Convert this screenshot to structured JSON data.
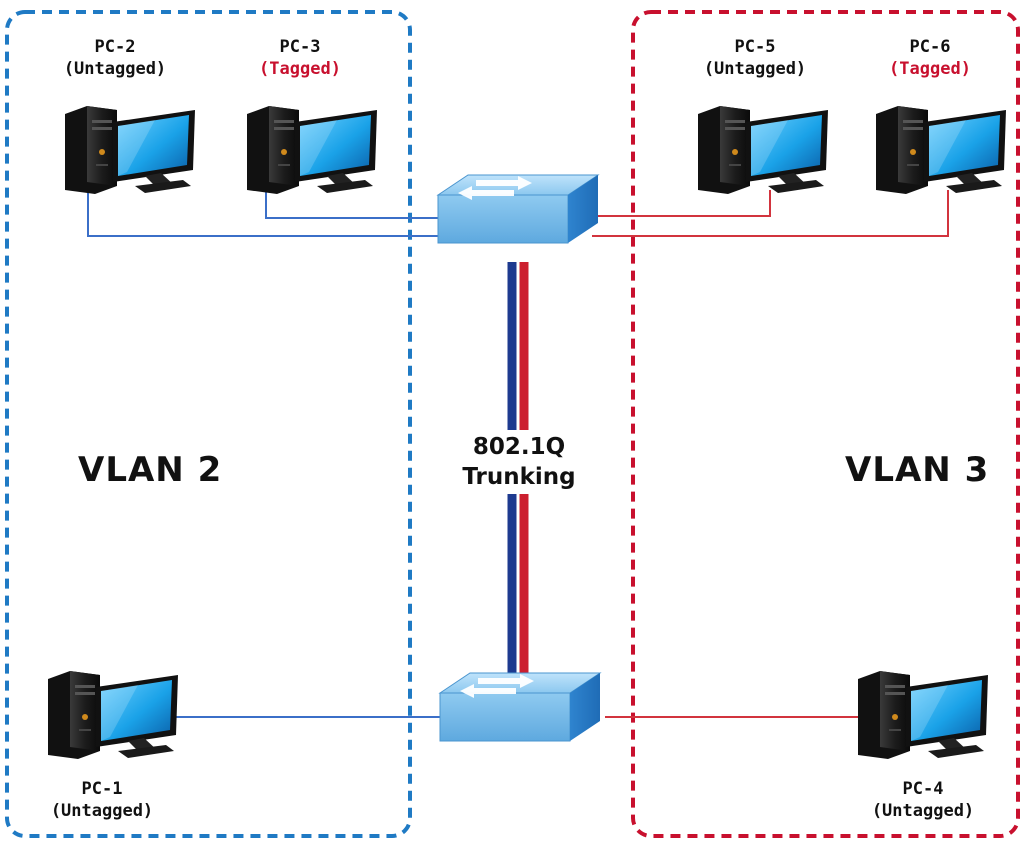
{
  "diagram": {
    "vlan_left": {
      "label": "VLAN 2",
      "color": "#1f7ac4"
    },
    "vlan_right": {
      "label": "VLAN 3",
      "color": "#c8102e"
    },
    "trunk": {
      "line1": "802.1Q",
      "line2": "Trunking"
    },
    "link_colors": {
      "vlan2": "#3b6fc8",
      "vlan3": "#d2343e"
    },
    "pcs": [
      {
        "id": "pc2",
        "name": "PC-2",
        "mode": "(Untagged)",
        "tagged": false,
        "vlan": "VLAN 2"
      },
      {
        "id": "pc3",
        "name": "PC-3",
        "mode": "(Tagged)",
        "tagged": true,
        "vlan": "VLAN 2"
      },
      {
        "id": "pc5",
        "name": "PC-5",
        "mode": "(Untagged)",
        "tagged": false,
        "vlan": "VLAN 3"
      },
      {
        "id": "pc6",
        "name": "PC-6",
        "mode": "(Tagged)",
        "tagged": true,
        "vlan": "VLAN 3"
      },
      {
        "id": "pc1",
        "name": "PC-1",
        "mode": "(Untagged)",
        "tagged": false,
        "vlan": "VLAN 2"
      },
      {
        "id": "pc4",
        "name": "PC-4",
        "mode": "(Untagged)",
        "tagged": false,
        "vlan": "VLAN 3"
      }
    ],
    "switches": [
      {
        "id": "top-switch",
        "icon": "network-switch-icon"
      },
      {
        "id": "bottom-switch",
        "icon": "network-switch-icon"
      }
    ]
  }
}
